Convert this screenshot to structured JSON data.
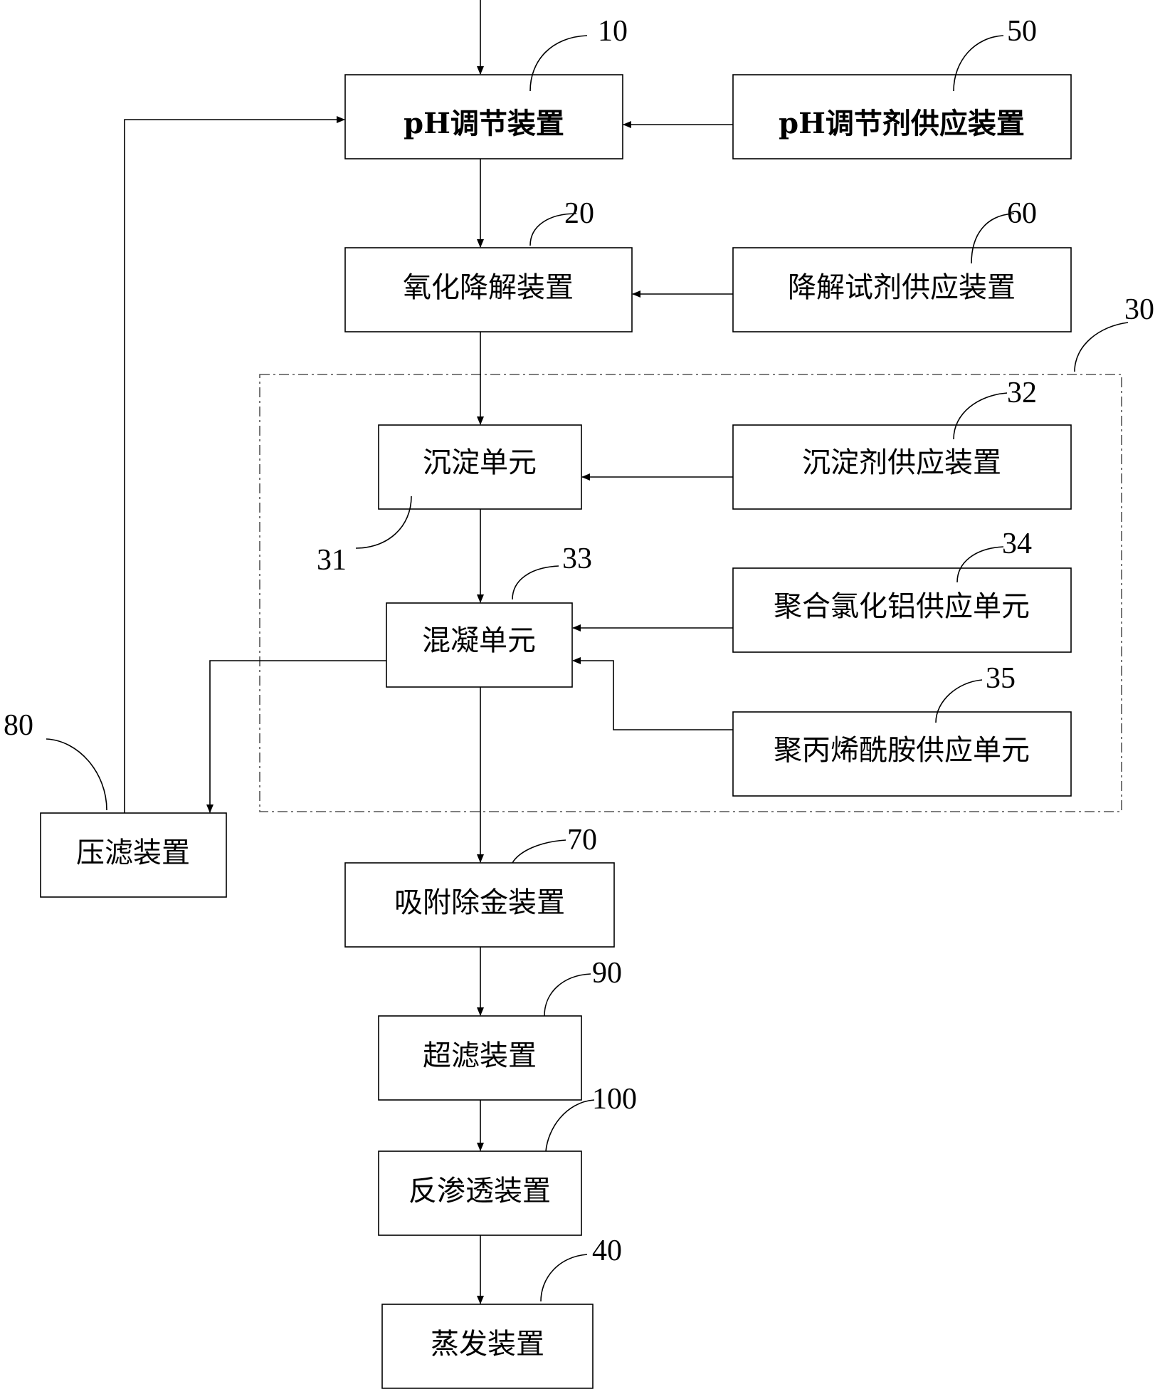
{
  "boxes": {
    "ph_adjust": "pH调节装置",
    "ph_agent_supply": "pH调节剂供应装置",
    "oxidation": "氧化降解装置",
    "degradation_supply": "降解试剂供应装置",
    "precipitation": "沉淀单元",
    "precipitant_supply": "沉淀剂供应装置",
    "coagulation": "混凝单元",
    "pac_supply": "聚合氯化铝供应单元",
    "pam_supply": "聚丙烯酰胺供应单元",
    "filter_press": "压滤装置",
    "adsorption": "吸附除金装置",
    "ultrafiltration": "超滤装置",
    "reverse_osmosis": "反渗透装置",
    "evaporation": "蒸发装置"
  },
  "refs": {
    "ph_adjust": "10",
    "ph_agent_supply": "50",
    "oxidation": "20",
    "degradation_supply": "60",
    "group": "30",
    "precipitant_supply": "32",
    "precipitation": "31",
    "coagulation": "33",
    "pac_supply": "34",
    "pam_supply": "35",
    "filter_press": "80",
    "adsorption": "70",
    "ultrafiltration": "90",
    "reverse_osmosis": "100",
    "evaporation": "40"
  }
}
